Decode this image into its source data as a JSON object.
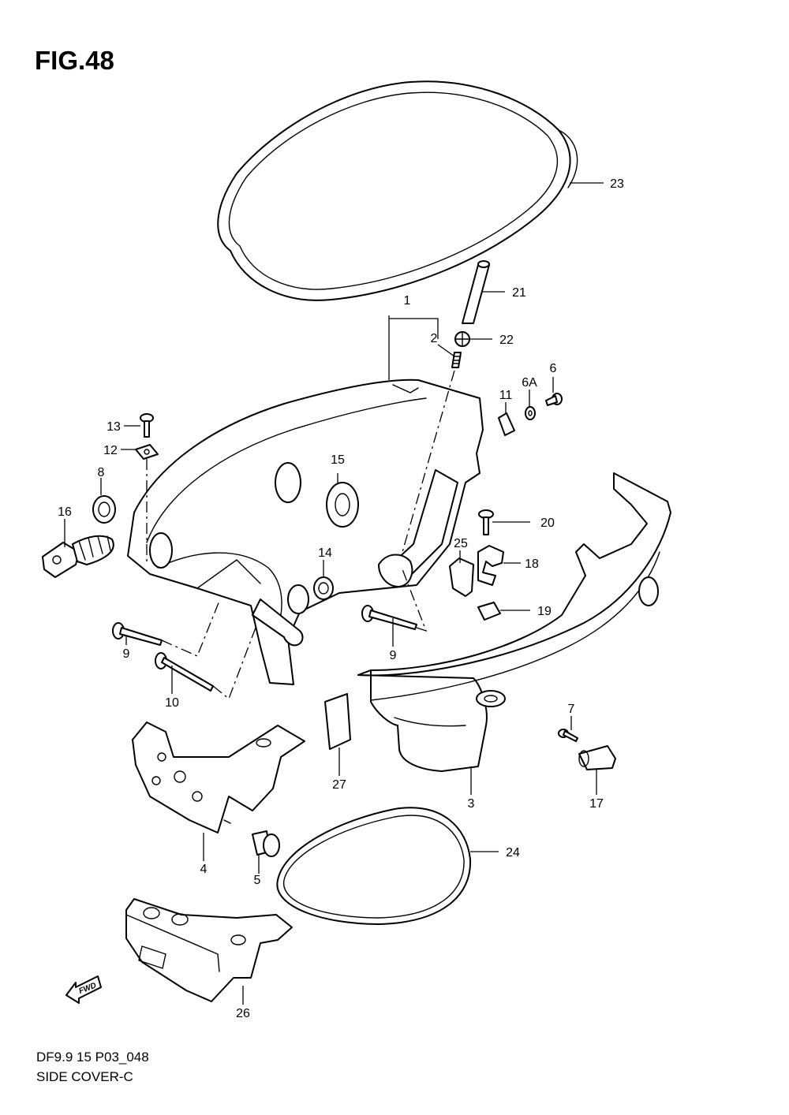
{
  "figure": {
    "title": "FIG.48",
    "footer_code": "DF9.9 15 P03_048",
    "footer_name": "SIDE COVER-C",
    "fwd_label": "FWD"
  },
  "callouts": [
    {
      "id": "c1",
      "text": "1"
    },
    {
      "id": "c2",
      "text": "2"
    },
    {
      "id": "c3",
      "text": "3"
    },
    {
      "id": "c4",
      "text": "4"
    },
    {
      "id": "c5",
      "text": "5"
    },
    {
      "id": "c6",
      "text": "6"
    },
    {
      "id": "c6a",
      "text": "6A"
    },
    {
      "id": "c7",
      "text": "7"
    },
    {
      "id": "c8",
      "text": "8"
    },
    {
      "id": "c9a",
      "text": "9"
    },
    {
      "id": "c9b",
      "text": "9"
    },
    {
      "id": "c10",
      "text": "10"
    },
    {
      "id": "c11",
      "text": "11"
    },
    {
      "id": "c12",
      "text": "12"
    },
    {
      "id": "c13",
      "text": "13"
    },
    {
      "id": "c14",
      "text": "14"
    },
    {
      "id": "c15",
      "text": "15"
    },
    {
      "id": "c16",
      "text": "16"
    },
    {
      "id": "c17",
      "text": "17"
    },
    {
      "id": "c18",
      "text": "18"
    },
    {
      "id": "c19",
      "text": "19"
    },
    {
      "id": "c20",
      "text": "20"
    },
    {
      "id": "c21",
      "text": "21"
    },
    {
      "id": "c22",
      "text": "22"
    },
    {
      "id": "c23",
      "text": "23"
    },
    {
      "id": "c24",
      "text": "24"
    },
    {
      "id": "c25",
      "text": "25"
    },
    {
      "id": "c26",
      "text": "26"
    },
    {
      "id": "c27",
      "text": "27"
    }
  ]
}
